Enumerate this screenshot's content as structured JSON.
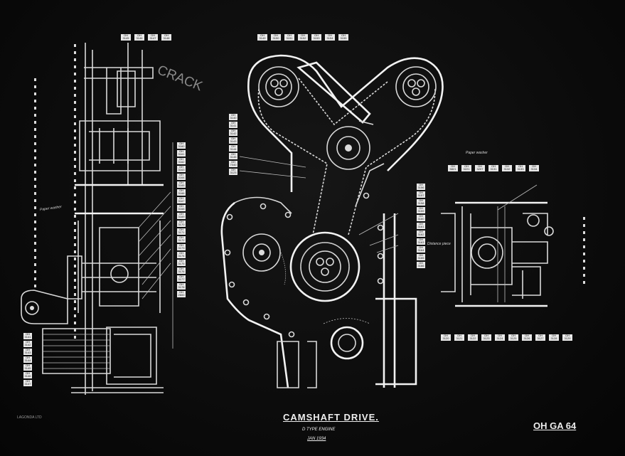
{
  "drawing": {
    "title": "CAMSHAFT DRIVE.",
    "subtitle": "D TYPE ENGINE",
    "date": "JAN 1934",
    "drawing_number": "OH GA 64",
    "annotation_handwritten": "CRACK",
    "notes": {
      "paper_washer_left": "Paper washer",
      "paper_washer_right": "Paper washer",
      "distance_piece": "Distance piece"
    },
    "bottom_left_note": "LAGONDA LTD"
  },
  "callouts": {
    "top_row": [
      "OH 3145",
      "OH 3146",
      "OH 3147",
      "OH 3148",
      "OH 3149",
      "OH 3150",
      "OH 3151",
      "OH 3152",
      "OH 3153",
      "OH 3154",
      "OH 3155"
    ],
    "left_middle_col": [
      "OH 3160",
      "OH 3161",
      "OH 3162",
      "OH 3163",
      "OH 3164",
      "OH 3165",
      "OH 3166",
      "OH 3167",
      "OH 3168",
      "OH 3169",
      "OH 3170",
      "OH 3171",
      "OH 3172",
      "OH 3173",
      "OH 3174",
      "OH 3175",
      "OH 3176",
      "OH 3177",
      "OH 3178",
      "OH 2600"
    ],
    "center_col": [
      "OH 3140",
      "OH 3141",
      "OH 3142",
      "OH 3143",
      "OH 3144",
      "OH 3145",
      "OH 7040",
      "OH 3123"
    ],
    "bottom_left_col": [
      "OH 3141",
      "OH 3142",
      "OH 3143",
      "OH 3144",
      "OH 3145",
      "OH 3146",
      "OH 3147"
    ],
    "right_mid_col": [
      "OH 3156",
      "OH 3157",
      "OH 3158",
      "OH 3159",
      "OH 3160",
      "OH 3161",
      "OH 3162",
      "OH 3163",
      "OH 3164",
      "OH 3165",
      "OH 3166"
    ],
    "right_top_row": [
      "OH 5821",
      "OH 3221",
      "OH 3207",
      "OH 3131",
      "OH 3132",
      "OH 3133",
      "OH 3134"
    ],
    "right_bottom_row": [
      "OH 3120",
      "OH 3121",
      "OH 3122",
      "OH 3123",
      "OH 3124",
      "OH 3125",
      "OH 3126",
      "OH 3127",
      "OH 3128",
      "OH 3129"
    ]
  }
}
